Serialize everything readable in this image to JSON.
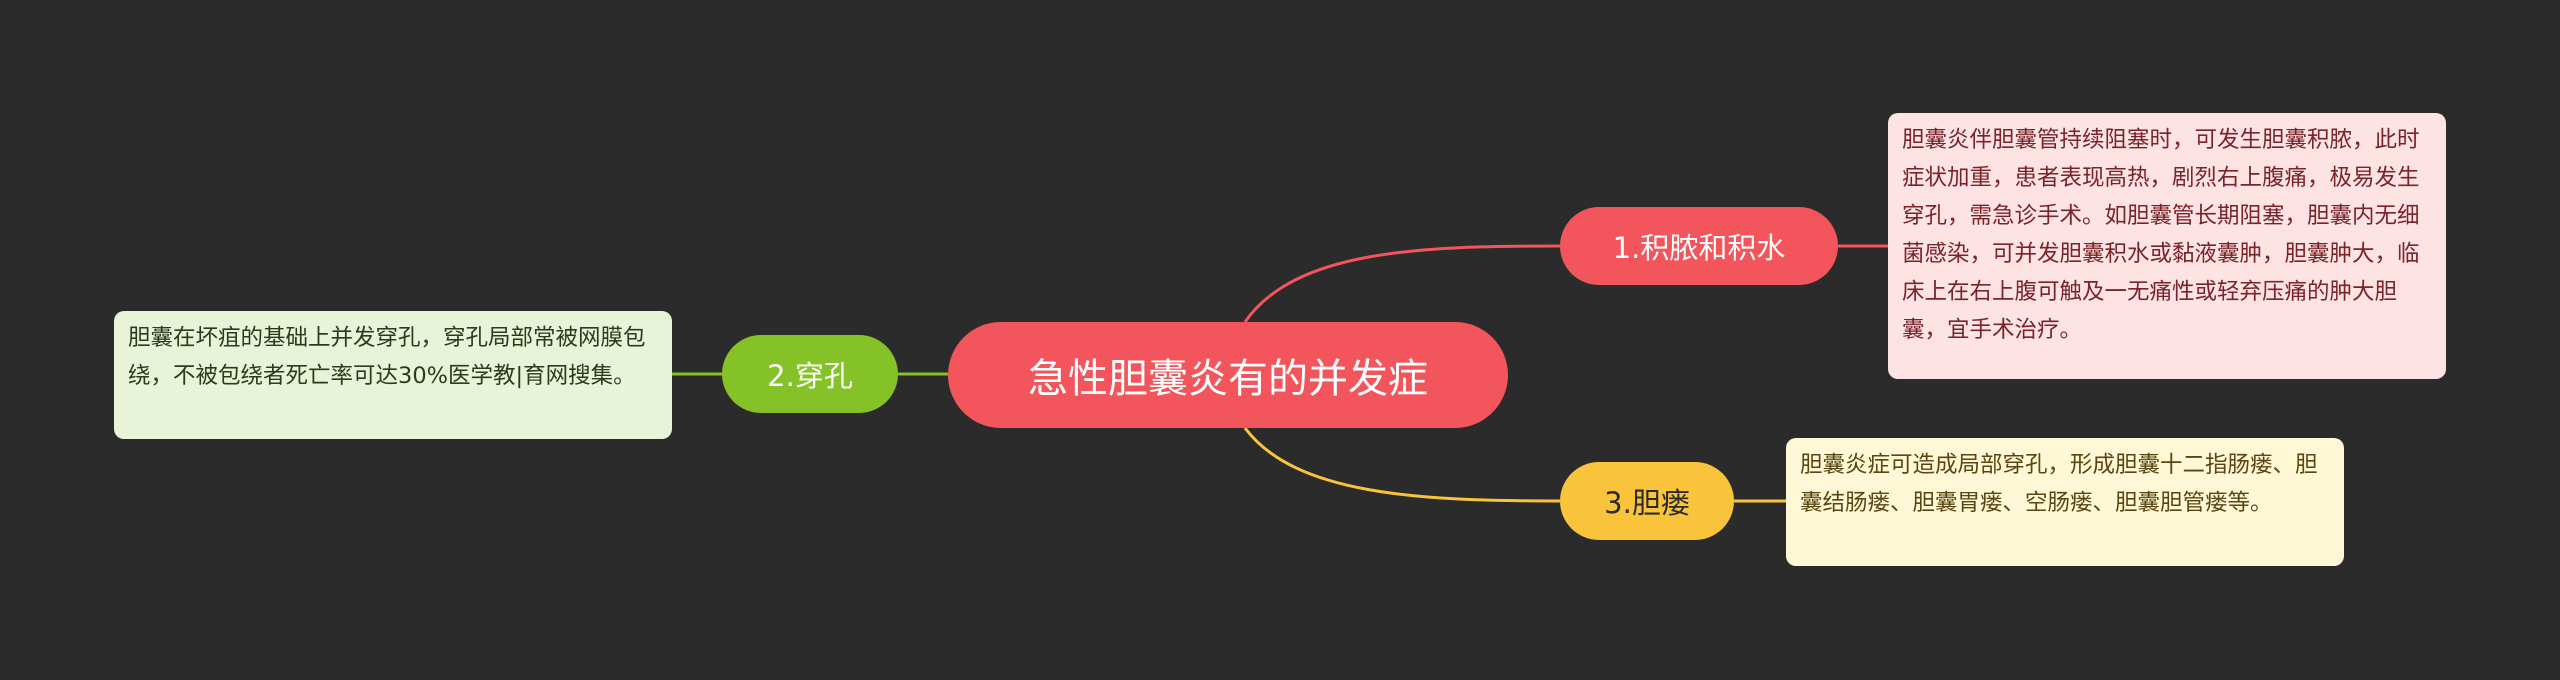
{
  "root": {
    "title": "急性胆囊炎有的并发症"
  },
  "branches": [
    {
      "label": "1.积脓和积水",
      "color": "#f2555c",
      "note": "胆囊炎伴胆囊管持续阻塞时，可发生胆囊积脓，此时症状加重，患者表现高热，剧烈右上腹痛，极易发生穿孔，需急诊手术。如胆囊管长期阻塞，胆囊内无细菌感染，可并发胆囊积水或黏液囊肿，胆囊肿大，临床上在右上腹可触及一无痛性或轻弃压痛的肿大胆囊，宜手术治疗。"
    },
    {
      "label": "2.穿孔",
      "color": "#85c227",
      "note": "胆囊在坏疽的基础上并发穿孔，穿孔局部常被网膜包绕，不被包绕者死亡率可达30%医学教|育网搜集。"
    },
    {
      "label": "3.胆瘘",
      "color": "#f9c33b",
      "note": "胆囊炎症可造成局部穿孔，形成胆囊十二指肠瘘、胆囊结肠瘘、胆囊胃瘘、空肠瘘、胆囊胆管瘘等。"
    }
  ],
  "colors": {
    "background": "#2b2b2b"
  }
}
